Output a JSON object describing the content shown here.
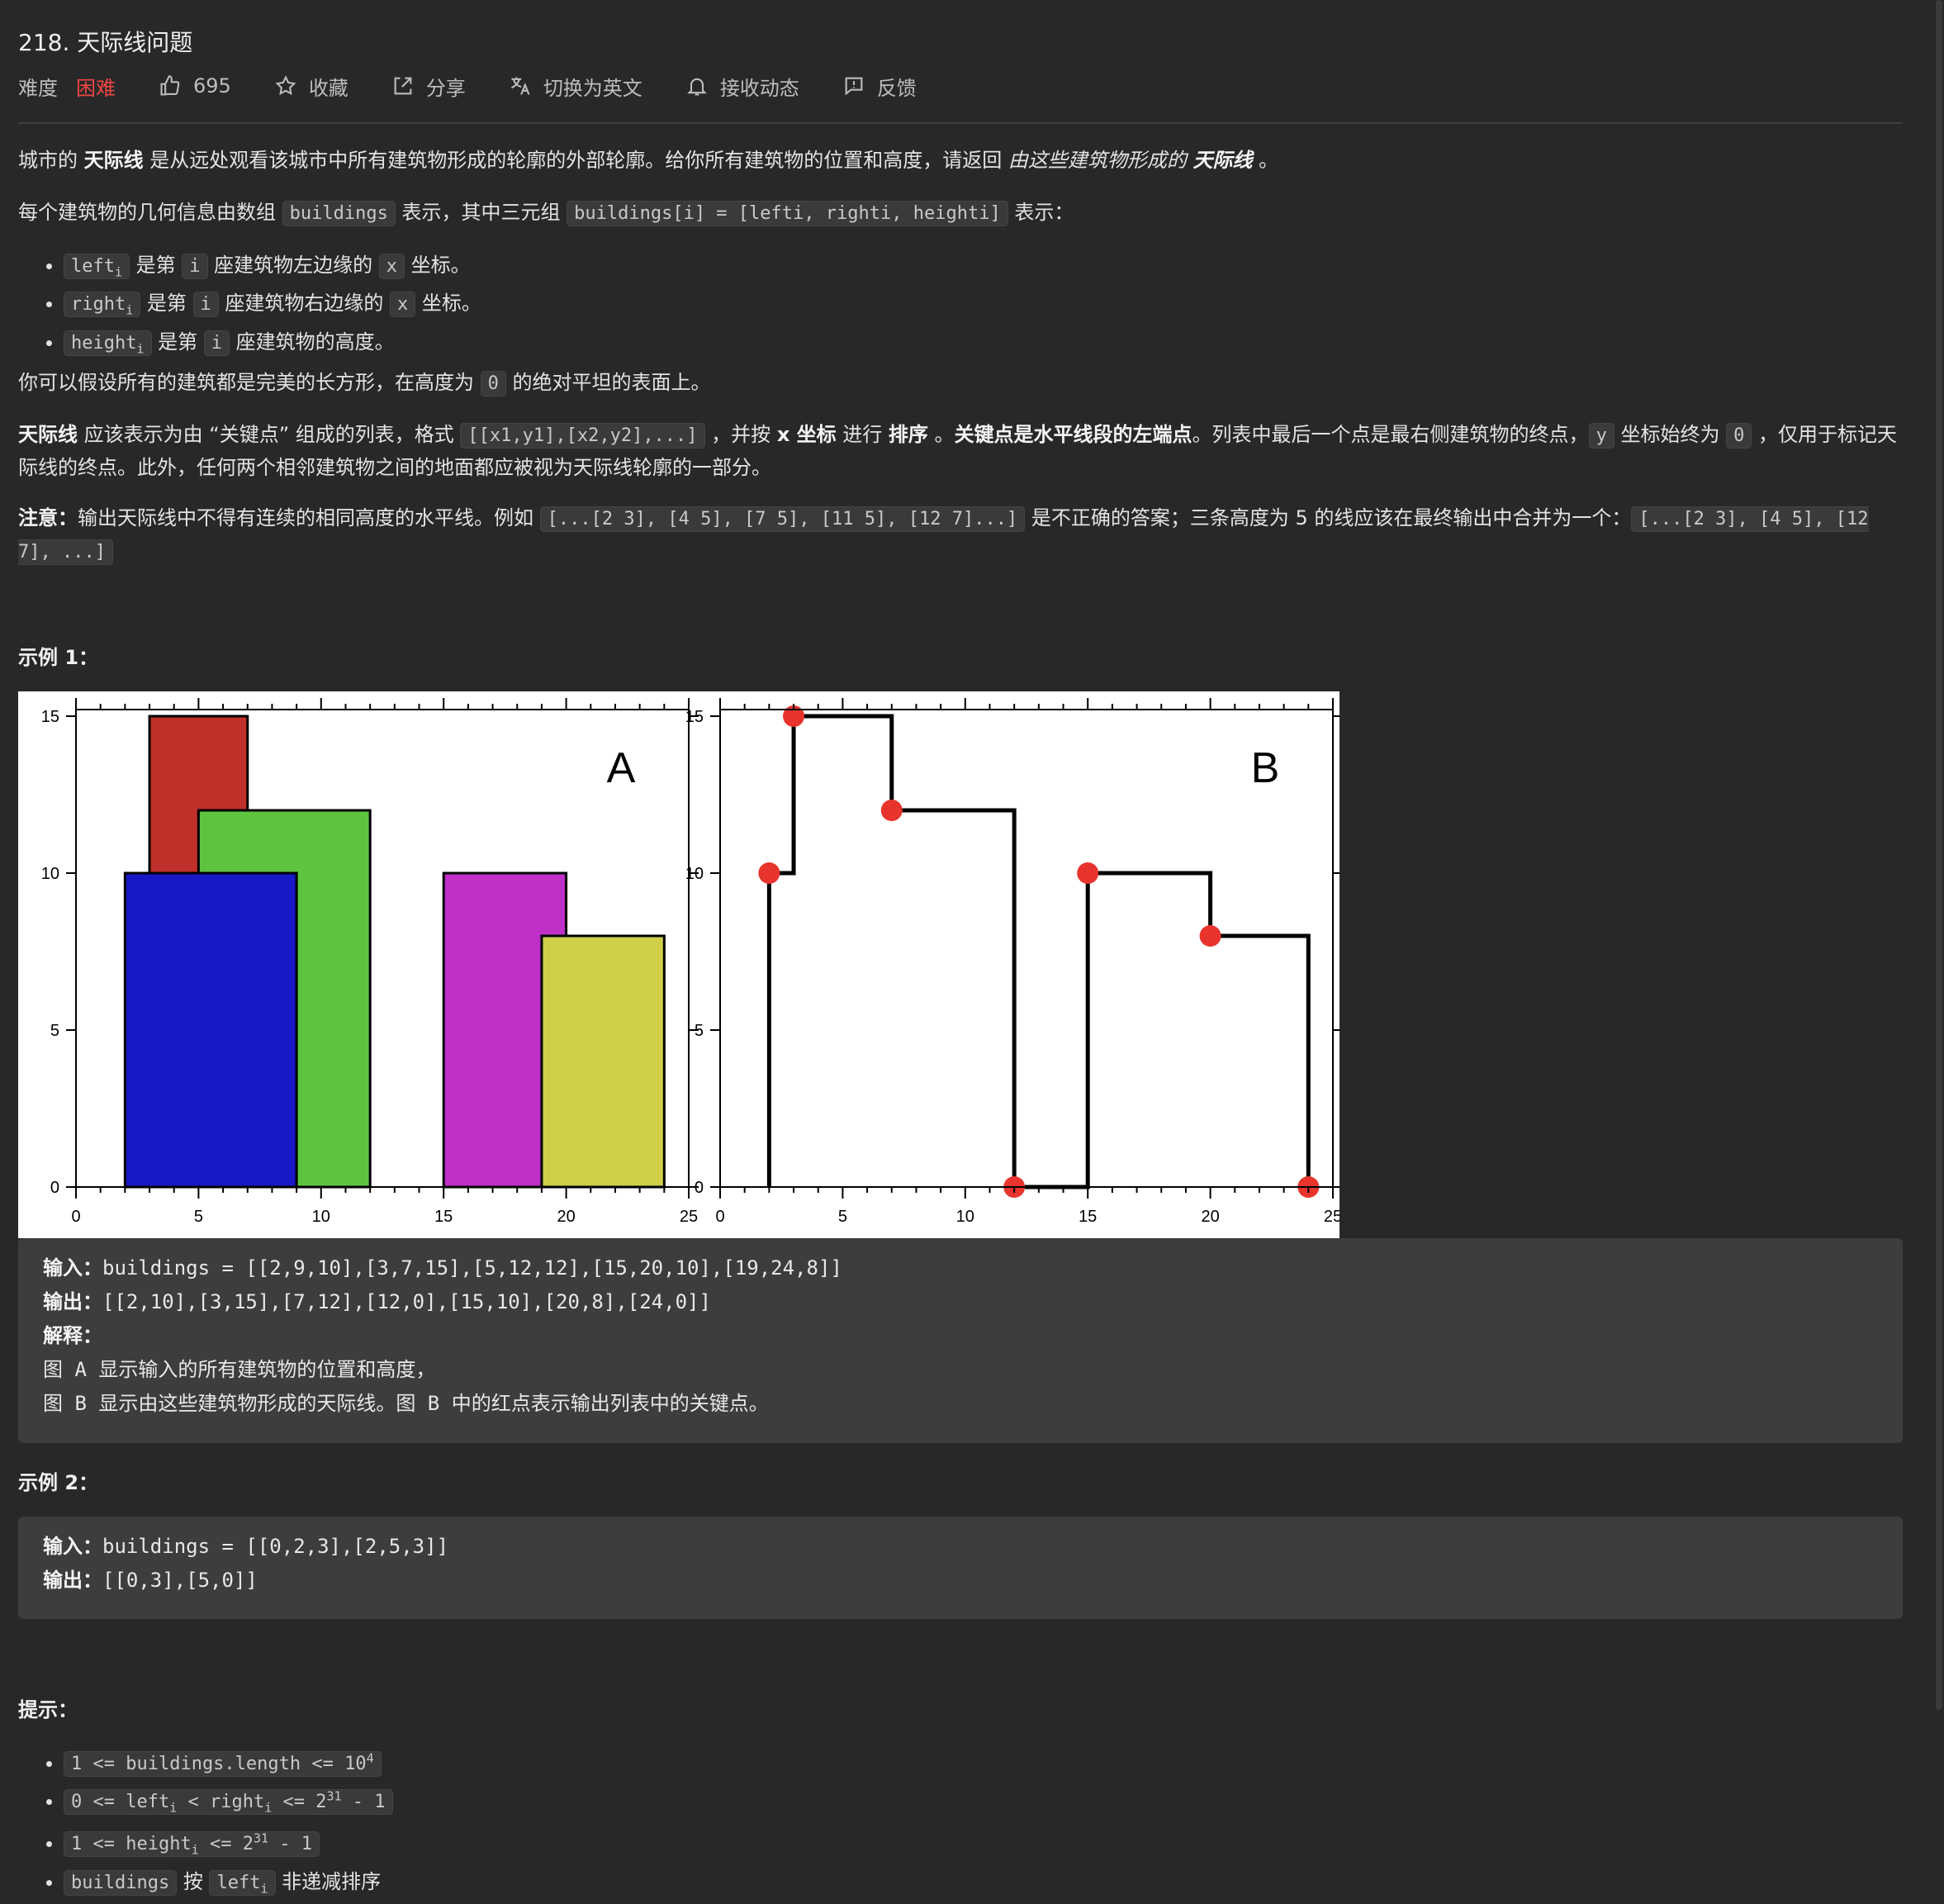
{
  "problem": {
    "title": "218. 天际线问题",
    "difficulty_label": "难度",
    "difficulty_value": "困难",
    "likes": "695",
    "favorite_label": "收藏",
    "share_label": "分享",
    "translate_label": "切换为英文",
    "subscribe_label": "接收动态",
    "feedback_label": "反馈"
  },
  "desc": {
    "p1_a": "城市的 ",
    "p1_b": "天际线",
    "p1_c": " 是从远处观看该城市中所有建筑物形成的轮廓的外部轮廓。给你所有建筑物的位置和高度，请返回 ",
    "p1_d": "由这些建筑物形成的 ",
    "p1_e": "天际线",
    "p1_f": " 。",
    "p2_a": "每个建筑物的几何信息由数组 ",
    "p2_code1": "buildings",
    "p2_b": " 表示，其中三元组 ",
    "p2_code2": "buildings[i] = [lefti, righti, heighti]",
    "p2_c": " 表示：",
    "li1_code": "left",
    "li1_sub": "i",
    "li1_a": " 是第 ",
    "li1_i": "i",
    "li1_b": " 座建筑物左边缘的 ",
    "li1_x": "x",
    "li1_c": " 坐标。",
    "li2_code": "right",
    "li2_sub": "i",
    "li2_a": " 是第 ",
    "li2_i": "i",
    "li2_b": " 座建筑物右边缘的 ",
    "li2_x": "x",
    "li2_c": " 坐标。",
    "li3_code": "height",
    "li3_sub": "i",
    "li3_a": " 是第 ",
    "li3_i": "i",
    "li3_b": " 座建筑物的高度。",
    "p3_a": "你可以假设所有的建筑都是完美的长方形，在高度为 ",
    "p3_code": "0",
    "p3_b": " 的绝对平坦的表面上。",
    "p4_a": "天际线",
    "p4_b": " 应该表示为由 “关键点” 组成的列表，格式 ",
    "p4_code": "[[x1,y1],[x2,y2],...]",
    "p4_c": " ，并按 ",
    "p4_d": "x 坐标",
    "p4_e": " 进行 ",
    "p4_f": "排序",
    "p4_g": " 。",
    "p4_h": "关键点是水平线段的左端点",
    "p4_i": "。列表中最后一个点是最右侧建筑物的终点，",
    "p4_code_y": "y",
    "p4_j": " 坐标始终为 ",
    "p4_code_0": "0",
    "p4_k": " ，仅用于标记天际线的终点。此外，任何两个相邻建筑物之间的地面都应被视为天际线轮廓的一部分。",
    "p5_a": "注意：",
    "p5_b": "输出天际线中不得有连续的相同高度的水平线。例如 ",
    "p5_code1": "[...[2 3], [4 5], [7 5], [11 5], [12 7]...]",
    "p5_c": " 是不正确的答案；三条高度为 5 的线应该在最终输出中合并为一个：",
    "p5_code2": "[...[2 3], [4 5], [12 7], ...]"
  },
  "example1": {
    "heading": "示例 1：",
    "input_label": "输入：",
    "input_value": "buildings = [[2,9,10],[3,7,15],[5,12,12],[15,20,10],[19,24,8]]",
    "output_label": "输出：",
    "output_value": "[[2,10],[3,15],[7,12],[12,0],[15,10],[20,8],[24,0]]",
    "explain_label": "解释：",
    "explain_line1": "图 A 显示输入的所有建筑物的位置和高度，",
    "explain_line2": "图 B 显示由这些建筑物形成的天际线。图 B 中的红点表示输出列表中的关键点。"
  },
  "example2": {
    "heading": "示例 2：",
    "input_label": "输入：",
    "input_value": "buildings = [[0,2,3],[2,5,3]]",
    "output_label": "输出：",
    "output_value": "[[0,3],[5,0]]"
  },
  "hints": {
    "heading": "提示：",
    "h1_a": "1 <= buildings.length <= 10",
    "h1_sup": "4",
    "h2_a": "0 <= left",
    "h2_sub1": "i",
    "h2_b": " < right",
    "h2_sub2": "i",
    "h2_c": " <= 2",
    "h2_sup": "31",
    "h2_d": " - 1",
    "h3_a": "1 <= height",
    "h3_sub": "i",
    "h3_b": " <= 2",
    "h3_sup": "31",
    "h3_c": " - 1",
    "h4_code1": "buildings",
    "h4_a": " 按 ",
    "h4_code2": "left",
    "h4_sub": "i",
    "h4_b": " 非递减排序"
  },
  "chart_data": [
    {
      "type": "bar",
      "panel_label": "A",
      "xlim": [
        0,
        25
      ],
      "ylim": [
        0,
        15
      ],
      "xticks": [
        "0",
        "5",
        "10",
        "15",
        "20",
        "25"
      ],
      "yticks": [
        "0",
        "5",
        "10",
        "15"
      ],
      "buildings": [
        {
          "left": 3,
          "right": 7,
          "height": 15,
          "color": "#c0302a"
        },
        {
          "left": 5,
          "right": 12,
          "height": 12,
          "color": "#5ec440"
        },
        {
          "left": 2,
          "right": 9,
          "height": 10,
          "color": "#1818c8"
        },
        {
          "left": 15,
          "right": 20,
          "height": 10,
          "color": "#c030c8"
        },
        {
          "left": 19,
          "right": 24,
          "height": 8,
          "color": "#cfcf4a"
        }
      ]
    },
    {
      "type": "line",
      "panel_label": "B",
      "xlim": [
        0,
        25
      ],
      "ylim": [
        0,
        15
      ],
      "xticks": [
        "0",
        "5",
        "10",
        "15",
        "20",
        "25"
      ],
      "yticks": [
        "0",
        "5",
        "10",
        "15"
      ],
      "keypoints": [
        [
          2,
          10
        ],
        [
          3,
          15
        ],
        [
          7,
          12
        ],
        [
          12,
          0
        ],
        [
          15,
          10
        ],
        [
          20,
          8
        ],
        [
          24,
          0
        ]
      ],
      "point_color": "#e8342c"
    }
  ]
}
